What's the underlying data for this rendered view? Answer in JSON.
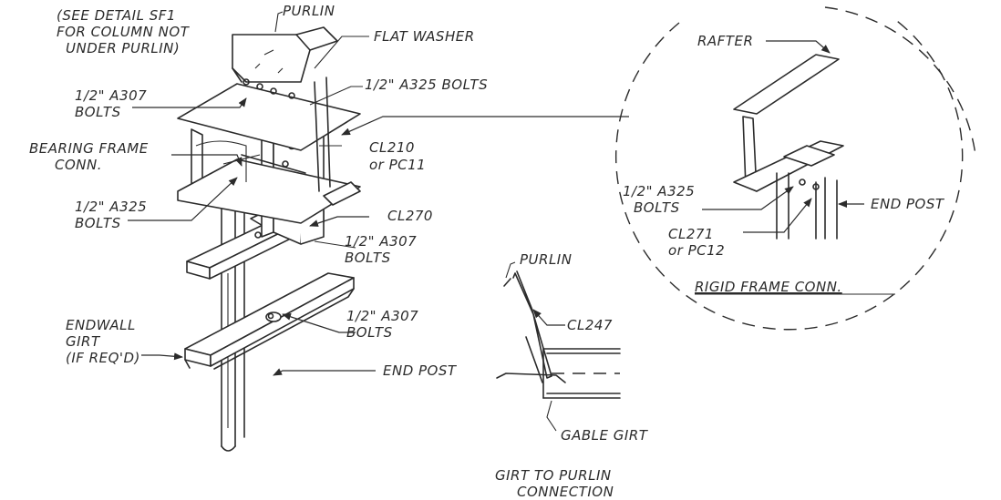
{
  "labels": {
    "purlin_top": "PURLIN",
    "see_detail_1": "(SEE DETAIL SF1",
    "see_detail_2": "FOR COLUMN NOT",
    "see_detail_3": "UNDER PURLIN)",
    "flat_washer": "FLAT WASHER",
    "a325_bolts_top": "1/2\" A325 BOLTS",
    "a307_bolts_top_1": "1/2\" A307",
    "a307_bolts_top_2": "BOLTS",
    "bearing_frame_1": "BEARING FRAME",
    "bearing_frame_2": "CONN.",
    "cl210_1": "CL210",
    "cl210_2": "or PC11",
    "a325_bolts_mid_1": "1/2\" A325",
    "a325_bolts_mid_2": "BOLTS",
    "cl270": "CL270",
    "a307_bolts_mid_1": "1/2\" A307",
    "a307_bolts_mid_2": "BOLTS",
    "a307_bolts_low_1": "1/2\" A307",
    "a307_bolts_low_2": "BOLTS",
    "endwall_girt_1": "ENDWALL",
    "endwall_girt_2": "GIRT",
    "endwall_girt_3": "(IF REQ'D)",
    "end_post_left": "END POST",
    "purlin_mid": "PURLIN",
    "cl247": "CL247",
    "gable_girt": "GABLE GIRT",
    "girt_purlin_1": "GIRT TO PURLIN",
    "girt_purlin_2": "CONNECTION",
    "rafter": "RAFTER",
    "end_post_right": "END POST",
    "a325_bolts_right_1": "1/2\" A325",
    "a325_bolts_right_2": "BOLTS",
    "cl271_1": "CL271",
    "cl271_2": "or PC12",
    "rigid_frame": "RIGID FRAME CONN."
  }
}
